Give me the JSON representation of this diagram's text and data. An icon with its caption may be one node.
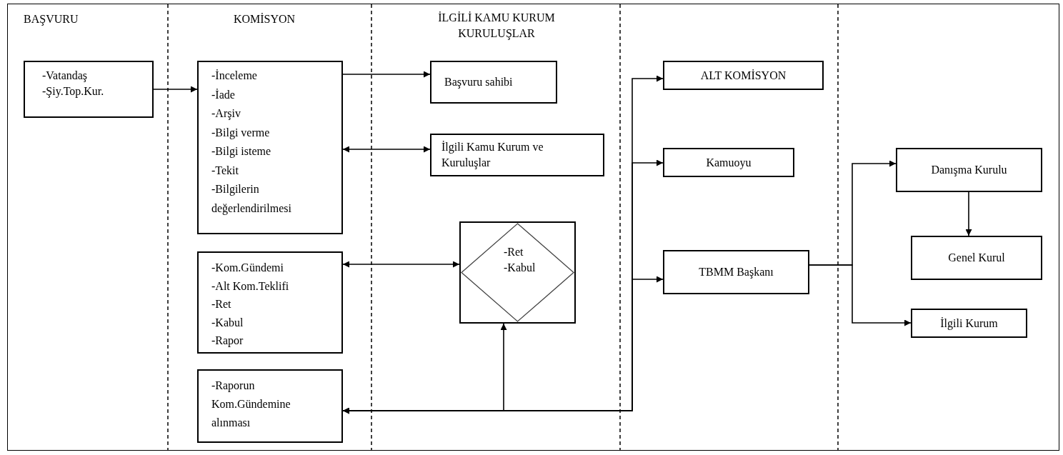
{
  "diagram": {
    "nodes": [
      {
        "text": [
          "-Vatandaş",
          "-Şiy.Top.Kur."
        ]
      },
      {
        "text": [
          "-İnceleme",
          "-İade",
          "-Arşiv",
          "-Bilgi verme",
          "-Bilgi isteme",
          "-Tekit",
          "-Bilgilerin değerlendirilmesi"
        ]
      },
      {
        "text": [
          "Başvuru sahibi"
        ]
      },
      {
        "text": [
          "İlgili Kamu Kurum ve Kuruluşlar"
        ]
      },
      {
        "text": [
          "-Kom.Gündemi",
          "-Alt Kom.Teklifi",
          "-Ret",
          "-Kabul",
          "-Rapor"
        ]
      },
      {
        "text": [
          "-Ret",
          "-Kabul"
        ]
      },
      {
        "text": [
          "-Raporun Kom.Gündemine alınması"
        ]
      },
      {
        "text": [
          "ALT KOMİSYON"
        ]
      },
      {
        "text": [
          "Kamuoyu"
        ]
      },
      {
        "text": [
          "TBMM Başkanı"
        ]
      },
      {
        "text": [
          "Danışma Kurulu"
        ]
      },
      {
        "text": [
          "Genel Kurul"
        ]
      },
      {
        "text": [
          "İlgili Kurum"
        ]
      }
    ],
    "edges": [
      {
        "from": 0,
        "to": 1,
        "arrow": "to"
      },
      {
        "from": 1,
        "to": 2,
        "arrow": "to"
      },
      {
        "from": 1,
        "to": 3,
        "arrow": "both"
      },
      {
        "from": 4,
        "to": 5,
        "arrow": "both"
      },
      {
        "from": 5,
        "to": 6,
        "arrow": "both"
      },
      {
        "from": 6,
        "to": 7,
        "arrow": "both"
      },
      {
        "from": 6,
        "to": 8,
        "arrow": "to"
      },
      {
        "from": 6,
        "to": 9,
        "arrow": "to"
      },
      {
        "from": 9,
        "to": 10,
        "arrow": "to"
      },
      {
        "from": 9,
        "to": 12,
        "arrow": "to"
      },
      {
        "from": 10,
        "to": 11,
        "arrow": "to"
      }
    ],
    "labels": [
      "BAŞVURU",
      "KOMİSYON",
      "İLGİLİ KAMU KURUM KURULUŞLAR"
    ]
  }
}
